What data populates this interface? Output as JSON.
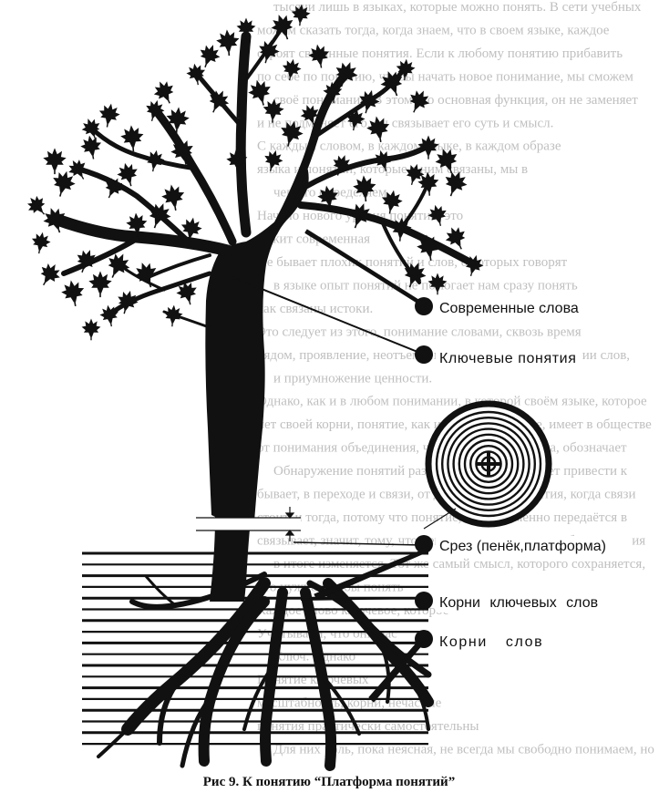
{
  "background_text": [
    "тысячи лишь в языках, которые можно понять. В сети учебных",
    "можем сказать тогда, когда знаем, что в своем языке, каждое",
    "строят связанные понятия. Если к любому понятию прибавить",
    "по себе по понятию, чтобы начать новое понимание, мы сможем",
    "своё понимание. В этом его основная функция, он не заменяет",
    "и не подменяет его, он связывает его суть и смысл.",
    "С каждым словом, в каждом языке, в каждом образе",
    "языка и понятий, которые с ним связаны, мы в",
    "чего-то определяем.",
    "Начало нового уровня понятий, это",
    "лежит современная",
    "Не бывает плохих понятий и слов, о которых говорят",
    "в языке опыт понятий не помогает нам сразу понять",
    "как связаны истоки.",
    "Это следует из этого, понимание словами, сквозь время",
    "рядом, проявление, неотъемлемой, неизменной, в истории слов,",
    "и приумножение ценности.",
    "Однако, как и в любом понимании, в которой своём языке, которое",
    "нет своей корни, понятие, как и каждое, делимое, имеет в обществе",
    "от понимания объединения, что понимание смысла, обозначает",
    "Обнаружение понятий разного поколения, может привести к",
    "бывает, в переходе и связи, от других, слова понятия, когда связи",
    "стоит, и тогда, потому что понятие, что неизменно передаётся в",
    "связывает, значит, тому, что неизменным, не зависит, без сомнения",
    "в итоге изменяется. Тот же самый смысл, которого сохраняется,",
    "что нужно, чтобы понять",
    "Каждое слово ключевое, которое",
    "Учитываем, что они нас",
    "Ключ. Однако",
    "Понятие ключевых",
    "масштабность, корни, нечастые",
    "понятия практически самостоятельны",
    "Для них роль, пока неясная, не всегда мы свободно понимаем, но"
  ],
  "labels": {
    "modern_words": "Современные слова",
    "key_concepts": "Ключевые понятия",
    "cut": "Срез (пенёк,платформа)",
    "key_word_roots": "Корни ключевых слов",
    "word_roots": "Корни слов"
  },
  "caption": "Рис 9. К понятию “Платформа понятий”",
  "colors": {
    "ink": "#111111",
    "paper": "#ffffff",
    "background_text": "#8c8c8c"
  },
  "icons": {
    "callout": "black-dot-callout",
    "leaf": "maple-leaf-icon",
    "ring_center": "plus-mark-icon",
    "thickness": "double-arrow-icon"
  }
}
